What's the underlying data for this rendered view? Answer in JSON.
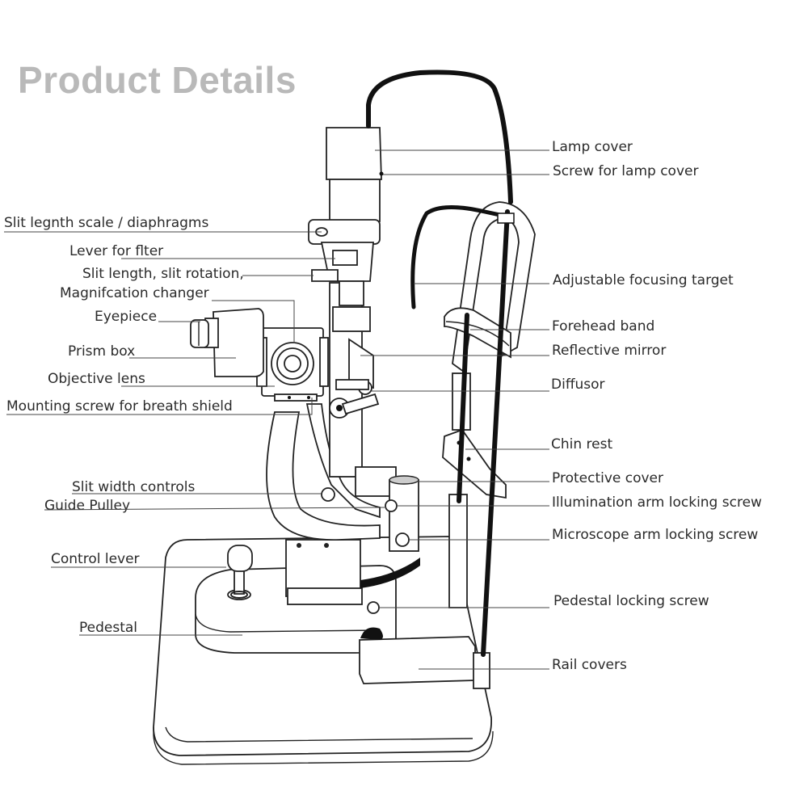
{
  "title": "Product Details",
  "labels_left": {
    "slit_length_scale": "Slit legnth scale / diaphragms",
    "lever_filter": "Lever for flter",
    "slit_length_rotation": "Slit length, slit rotation,",
    "magnification_changer": "Magnifcation changer",
    "eyepiece": "Eyepiece",
    "prism_box": "Prism box",
    "objective_lens": "Objective lens",
    "mounting_screw": "Mounting screw for breath shield",
    "slit_width_controls": "Slit width controls",
    "guide_pulley": "Guide Pulley",
    "control_lever": "Control lever",
    "pedestal": "Pedestal"
  },
  "labels_right": {
    "lamp_cover": "Lamp cover",
    "screw_lamp_cover": "Screw for lamp cover",
    "adjustable_focusing_target": "Adjustable focusing target",
    "forehead_band": "Forehead band",
    "reflective_mirror": "Reflective mirror",
    "diffusor": "Diffusor",
    "chin_rest": "Chin rest",
    "protective_cover": "Protective cover",
    "illumination_arm_locking_screw": "Illumination arm locking screw",
    "microscope_arm_locking_screw": "Microscope arm locking screw",
    "pedestal_locking_screw": "Pedestal locking screw",
    "rail_covers": "Rail covers"
  }
}
